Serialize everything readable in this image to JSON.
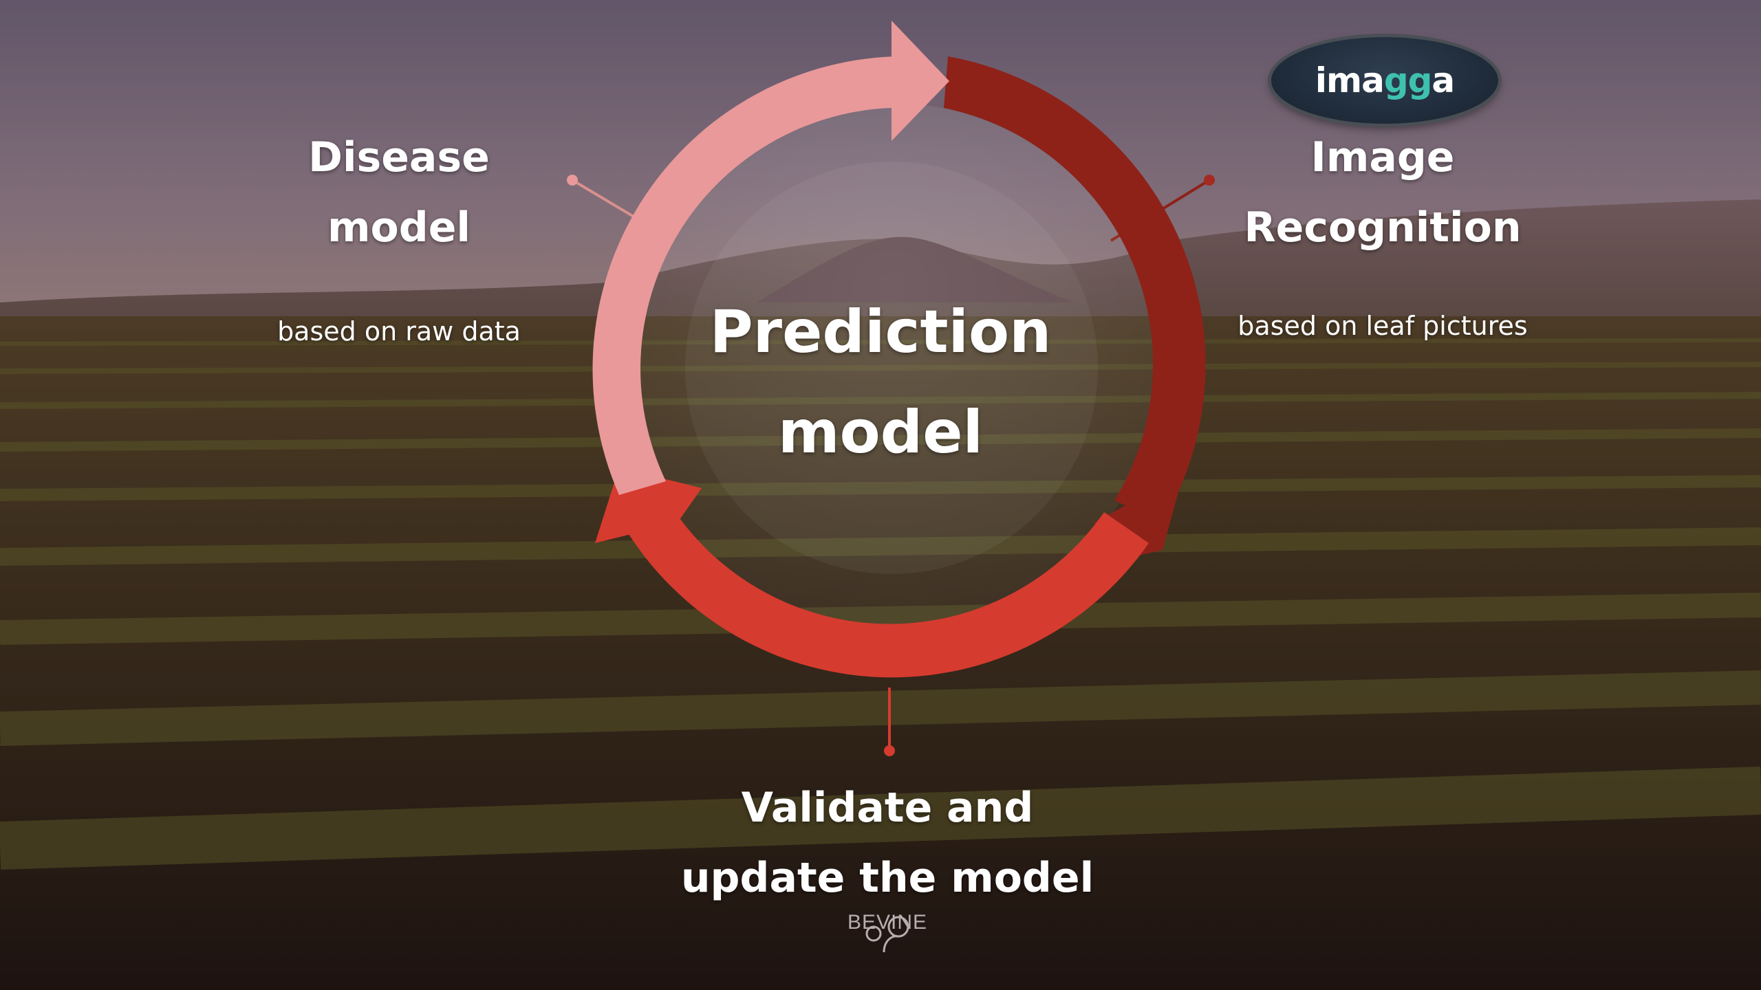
{
  "diagram": {
    "center": {
      "line1": "Prediction",
      "line2": "model"
    },
    "disease": {
      "line1": "Disease",
      "line2": "model",
      "sub": "based on raw data"
    },
    "image": {
      "line1": "Image",
      "line2": "Recognition",
      "sub": "based on leaf pictures"
    },
    "validate": {
      "line1": "Validate and",
      "line2": "update the model"
    }
  },
  "logos": {
    "imagga": {
      "part1": "ima",
      "part2": "gg",
      "part3": "a"
    },
    "bevine": "BEVINE"
  },
  "colors": {
    "arrow_light": "#e9999a",
    "arrow_dark": "#8e2219",
    "arrow_mid": "#d63b2f",
    "connector": "#c0392b",
    "imagga_teal": "#3fc1b0"
  }
}
